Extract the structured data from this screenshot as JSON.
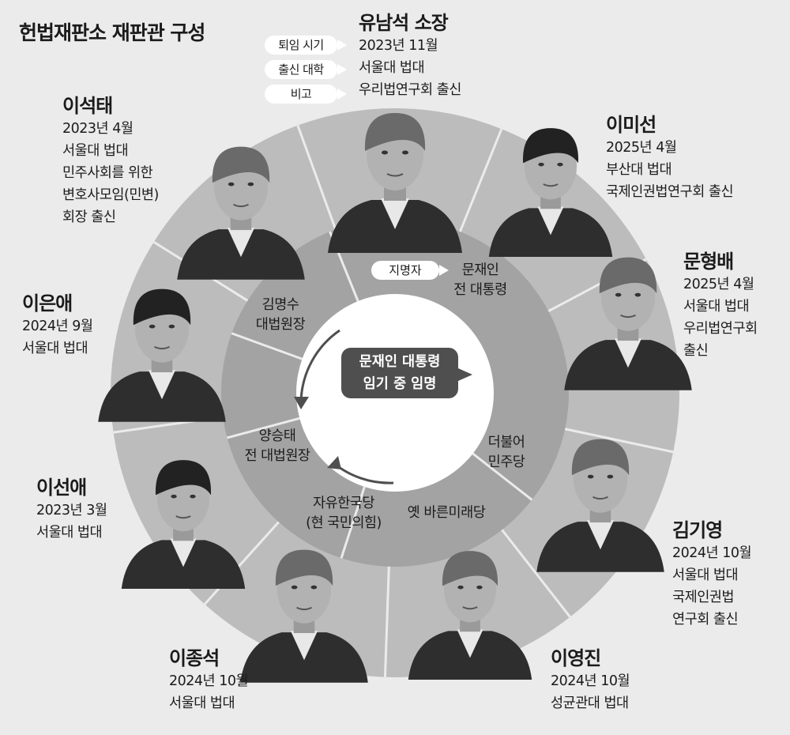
{
  "title": "헌법재판소 재판관 구성",
  "legend_keys": [
    "퇴임 시기",
    "출신 대학",
    "비고"
  ],
  "appointer_label": "지명자",
  "center_label": [
    "문재인 대통령",
    "임기 중 임명"
  ],
  "ring_labels": {
    "moon_president": [
      "문재인",
      "전 대통령"
    ],
    "kim_chief": [
      "김명수",
      "대법원장"
    ],
    "yang_chief": [
      "양승태",
      "전 대법원장"
    ],
    "democratic": [
      "더불어",
      "민주당"
    ],
    "liberty_korea": [
      "자유한국당",
      "(현 국민의힘)"
    ],
    "bareun": [
      "옛 바른미래당"
    ]
  },
  "justices": [
    {
      "id": "yoo",
      "name": "유남석 소장",
      "lines": [
        "2023년 11월",
        "서울대 법대",
        "우리법연구회 출신"
      ]
    },
    {
      "id": "lee-mison",
      "name": "이미선",
      "lines": [
        "2025년 4월",
        "부산대 법대",
        "국제인권법연구회 출신"
      ]
    },
    {
      "id": "moon",
      "name": "문형배",
      "lines": [
        "2025년 4월",
        "서울대 법대",
        "우리법연구회",
        "출신"
      ]
    },
    {
      "id": "kim-giyoung",
      "name": "김기영",
      "lines": [
        "2024년 10월",
        "서울대 법대",
        "국제인권법",
        "연구회 출신"
      ]
    },
    {
      "id": "lee-youngjin",
      "name": "이영진",
      "lines": [
        "2024년 10월",
        "성균관대 법대"
      ]
    },
    {
      "id": "lee-jongseok",
      "name": "이종석",
      "lines": [
        "2024년 10월",
        "서울대 법대"
      ]
    },
    {
      "id": "lee-sunae",
      "name": "이선애",
      "lines": [
        "2023년 3월",
        "서울대 법대"
      ]
    },
    {
      "id": "lee-eunae",
      "name": "이은애",
      "lines": [
        "2024년 9월",
        "서울대 법대"
      ]
    },
    {
      "id": "lee-seoktae",
      "name": "이석태",
      "lines": [
        "2023년 4월",
        "서울대 법대",
        "민주사회를 위한",
        "변호사모임(민변)",
        "회장 출신"
      ]
    }
  ],
  "colors": {
    "background": "#ebebeb",
    "outer_ring": "#bcbcbc",
    "middle_ring": "#a3a3a3",
    "inner_circle": "#ffffff",
    "center_box": "#4f4f4f"
  }
}
